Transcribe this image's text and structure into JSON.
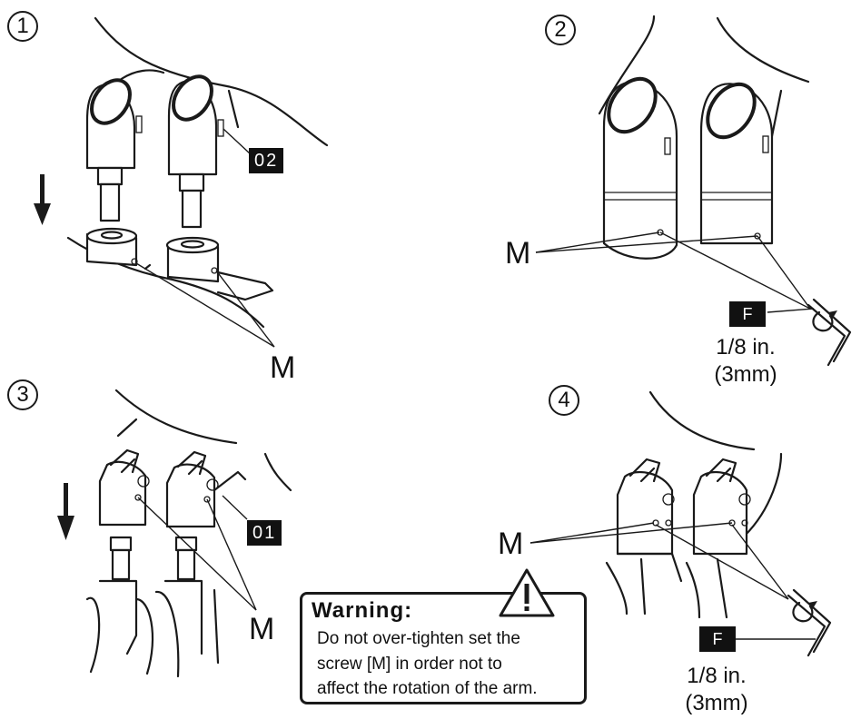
{
  "steps": [
    {
      "number": "1"
    },
    {
      "number": "2"
    },
    {
      "number": "3"
    },
    {
      "number": "4"
    }
  ],
  "part_tags": {
    "post_tag_02": "02",
    "post_tag_01": "01"
  },
  "labels": {
    "screw": "M",
    "tool": "F"
  },
  "tool_size": {
    "line1": "1/8 in.",
    "line2": "(3mm)"
  },
  "warning": {
    "title": "Warning:",
    "lines": [
      "Do not over-tighten set the",
      "screw [M] in order not to",
      "affect the rotation of the arm."
    ]
  }
}
